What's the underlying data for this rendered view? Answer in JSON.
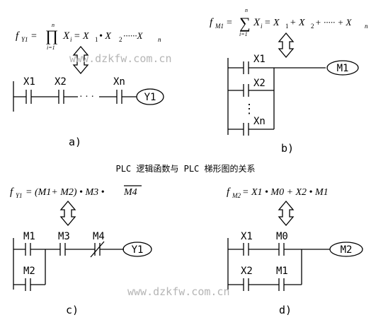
{
  "title": "PLC 逻辑函数与 PLC 梯形图的关系",
  "watermark": "www.dzkfw.com.cn",
  "panels": {
    "a": {
      "caption": "a)",
      "formula": {
        "lhs": "f",
        "lhs_sub": "Y1",
        "eq": " = ",
        "prod_sym": "∏",
        "idx_top": "n",
        "idx_bot": "i=1",
        "term": "X",
        "term_sub": "i",
        "rhs": " = X",
        "rhs_sub1": "1",
        "dot": " • X",
        "rhs_sub2": "2",
        "dots": " ······X",
        "rhs_sub3": "n"
      },
      "contacts": [
        "X1",
        "X2",
        "Xn"
      ],
      "dots": "· · ·",
      "coil": "Y1"
    },
    "b": {
      "caption": "b)",
      "formula": {
        "lhs": "f",
        "lhs_sub": "M1",
        "eq": " = ",
        "sum_sym": "∑",
        "idx_top": "n",
        "idx_bot": "i=1",
        "term": "X",
        "term_sub": "i",
        "rhs": " = X",
        "rhs_sub1": "1",
        "plus": " + X",
        "rhs_sub2": "2",
        "dots": " + ····· + X",
        "rhs_sub3": "n"
      },
      "contacts": [
        "X1",
        "X2",
        "Xn"
      ],
      "vdots": "⋮",
      "coil": "M1"
    },
    "c": {
      "caption": "c)",
      "formula": {
        "lhs": "f",
        "lhs_sub": "Y1",
        "rhs": " = (M1+ M2) • M3 • ",
        "bar": "M4"
      },
      "contacts": [
        "M1",
        "M2",
        "M3",
        "M4"
      ],
      "coil": "Y1"
    },
    "d": {
      "caption": "d)",
      "formula": {
        "lhs": "f",
        "lhs_sub": "M2",
        "rhs": " = X1 • M0 + X2 • M1"
      },
      "contacts": [
        "X1",
        "M0",
        "X2",
        "M1"
      ],
      "coil": "M2"
    }
  }
}
